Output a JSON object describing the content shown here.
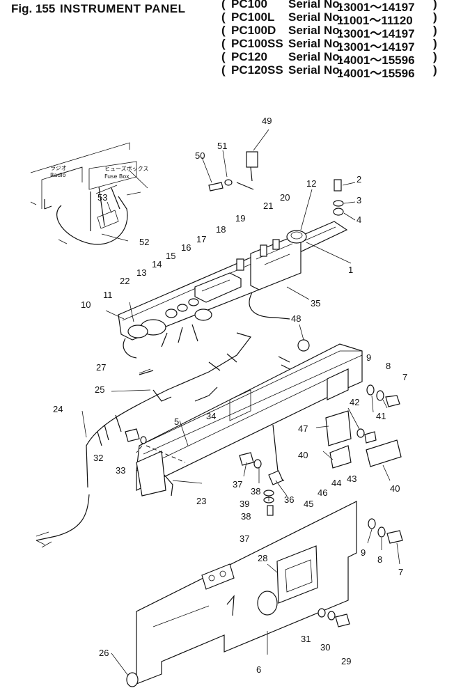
{
  "header": {
    "fig_no": "Fig. 155",
    "title": "INSTRUMENT PANEL",
    "models": [
      {
        "model": "PC100",
        "serial_label": "Serial No.",
        "range": "13001～14197"
      },
      {
        "model": "PC100L",
        "serial_label": "Serial No.",
        "range": "11001～11120"
      },
      {
        "model": "PC100D",
        "serial_label": "Serial No.",
        "range": "13001～14197"
      },
      {
        "model": "PC100SS",
        "serial_label": "Serial No.",
        "range": "13001～14197"
      },
      {
        "model": "PC120",
        "serial_label": "Serial No.",
        "range": "14001～15596"
      },
      {
        "model": "PC120SS",
        "serial_label": "Serial No.",
        "range": "14001～15596"
      }
    ]
  },
  "inset": {
    "radio_jp": "ラジオ",
    "radio": "Radio",
    "fusebox_jp": "ヒューズボックス",
    "fusebox": "Fuse Box"
  },
  "callouts": {
    "c1": "1",
    "c2": "2",
    "c3": "3",
    "c4": "4",
    "c5": "5",
    "c6": "6",
    "c7a": "7",
    "c7b": "7",
    "c8a": "8",
    "c8b": "8",
    "c9a": "9",
    "c9b": "9",
    "c10": "10",
    "c11": "11",
    "c12": "12",
    "c13": "13",
    "c14": "14",
    "c15": "15",
    "c16": "16",
    "c17": "17",
    "c18": "18",
    "c19": "19",
    "c20": "20",
    "c21": "21",
    "c22": "22",
    "c23": "23",
    "c24": "24",
    "c25": "25",
    "c26": "26",
    "c27": "27",
    "c28": "28",
    "c29": "29",
    "c30": "30",
    "c31": "31",
    "c32": "32",
    "c33": "33",
    "c34": "34",
    "c35": "35",
    "c36": "36",
    "c37a": "37",
    "c37b": "37",
    "c38a": "38",
    "c38b": "38",
    "c39": "39",
    "c40a": "40",
    "c40b": "40",
    "c41": "41",
    "c42": "42",
    "c43": "43",
    "c44": "44",
    "c45": "45",
    "c46": "46",
    "c47": "47",
    "c48": "48",
    "c49": "49",
    "c50": "50",
    "c51": "51",
    "c52": "52",
    "c53": "53"
  }
}
